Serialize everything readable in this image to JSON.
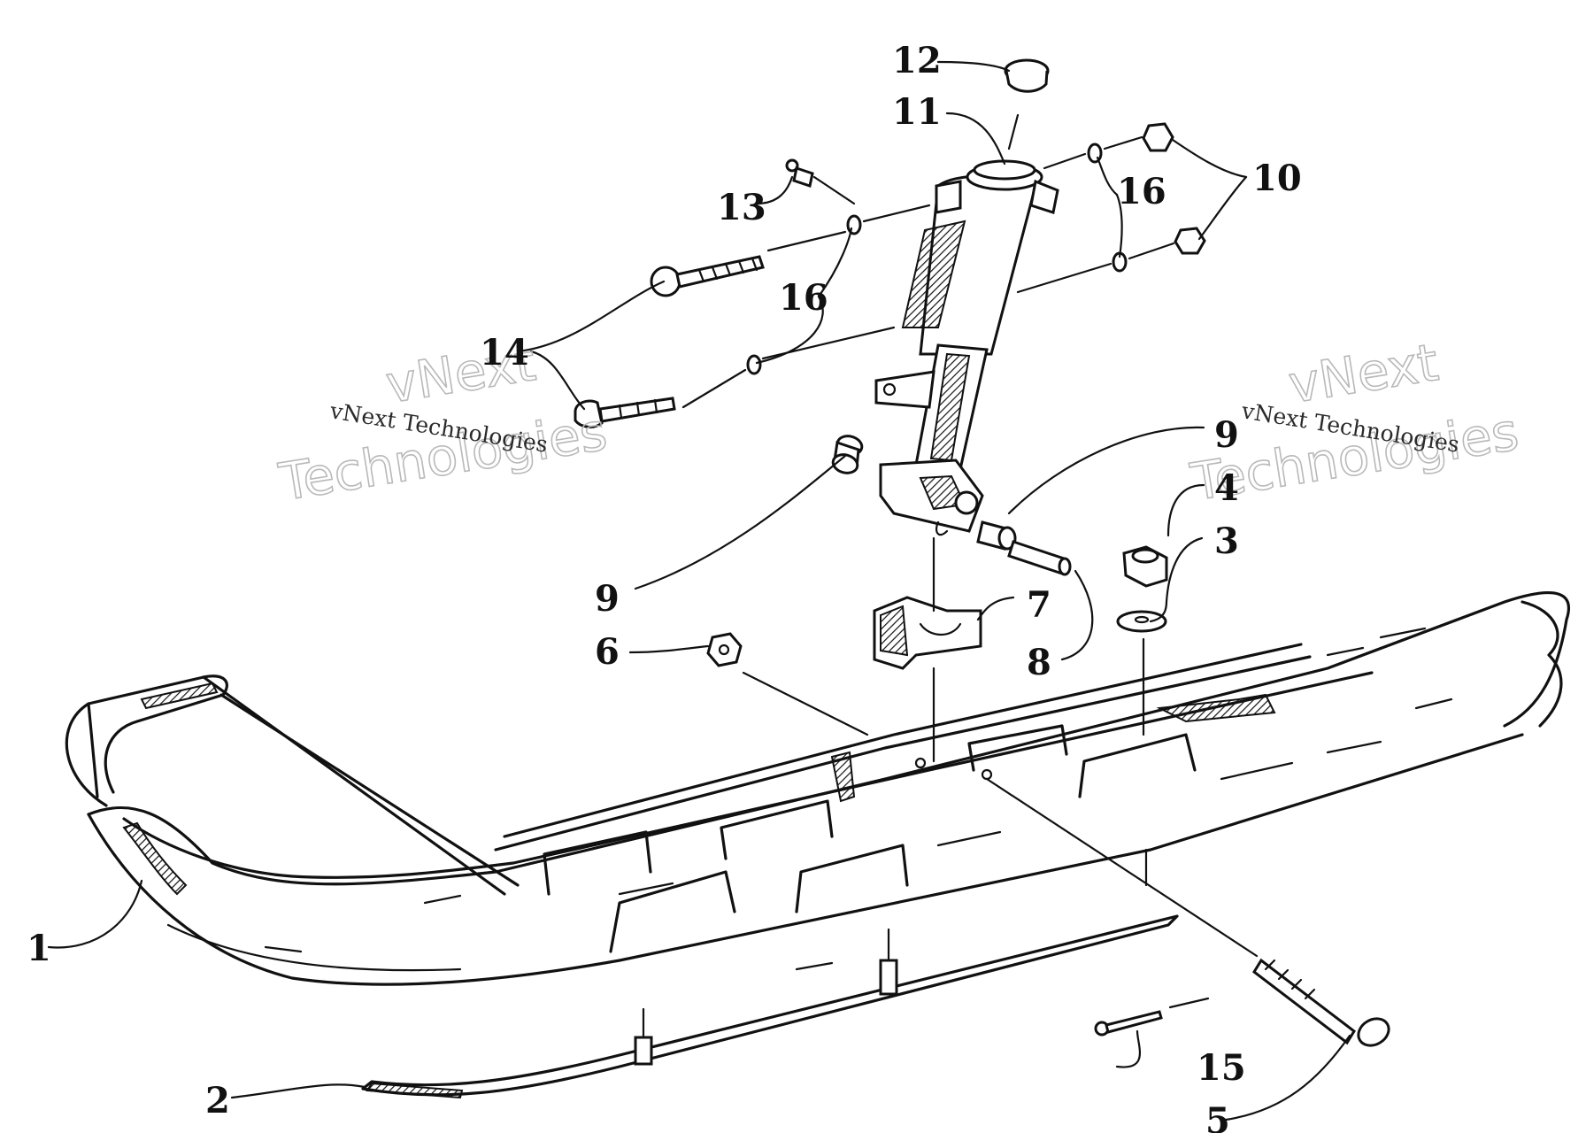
{
  "parts": [
    {
      "id": "1",
      "label": "1"
    },
    {
      "id": "2",
      "label": "2"
    },
    {
      "id": "3",
      "label": "3"
    },
    {
      "id": "4",
      "label": "4"
    },
    {
      "id": "5",
      "label": "5"
    },
    {
      "id": "6",
      "label": "6"
    },
    {
      "id": "7",
      "label": "7"
    },
    {
      "id": "8",
      "label": "8"
    },
    {
      "id": "9a",
      "label": "9"
    },
    {
      "id": "9b",
      "label": "9"
    },
    {
      "id": "10",
      "label": "10"
    },
    {
      "id": "11",
      "label": "11"
    },
    {
      "id": "12",
      "label": "12"
    },
    {
      "id": "13",
      "label": "13"
    },
    {
      "id": "14",
      "label": "14"
    },
    {
      "id": "15",
      "label": "15"
    },
    {
      "id": "16a",
      "label": "16"
    },
    {
      "id": "16b",
      "label": "16"
    }
  ],
  "watermarks": [
    {
      "big_line1": "vNext",
      "big_line2": "Technologies",
      "small": "vNext Technologies"
    },
    {
      "big_line1": "vNext",
      "big_line2": "Technologies",
      "small": "vNext Technologies"
    }
  ]
}
